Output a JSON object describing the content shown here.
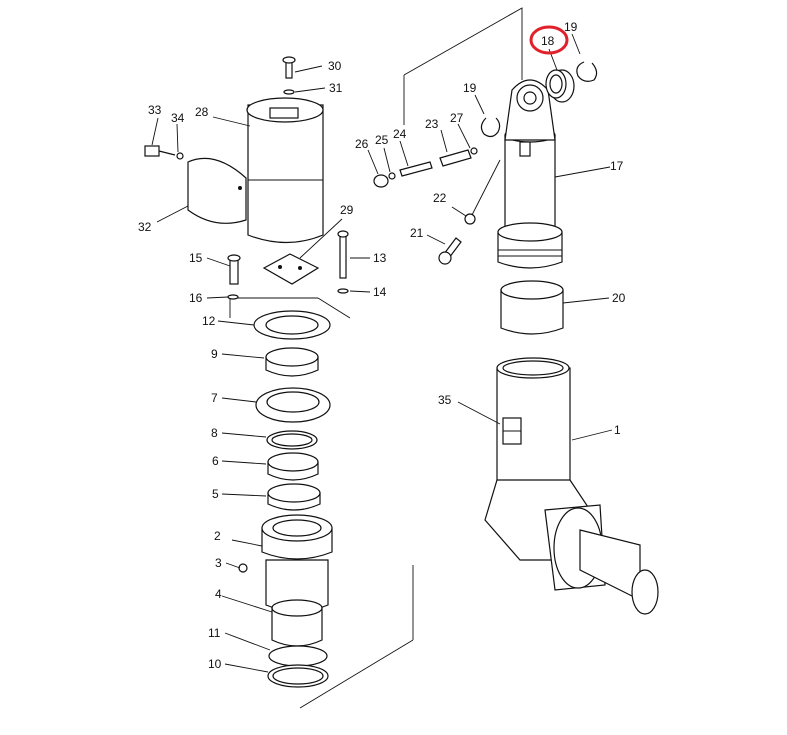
{
  "diagram": {
    "highlight_color": "#e0202a",
    "highlighted_callout": "18",
    "callouts": {
      "c1": "1",
      "c2": "2",
      "c3": "3",
      "c4": "4",
      "c5": "5",
      "c6": "6",
      "c7": "7",
      "c8": "8",
      "c9": "9",
      "c10": "10",
      "c11": "11",
      "c12": "12",
      "c13": "13",
      "c14": "14",
      "c15": "15",
      "c16": "16",
      "c17": "17",
      "c18": "18",
      "c19a": "19",
      "c19b": "19",
      "c20": "20",
      "c21": "21",
      "c22": "22",
      "c23": "23",
      "c24": "24",
      "c25": "25",
      "c26": "26",
      "c27": "27",
      "c28": "28",
      "c29": "29",
      "c30": "30",
      "c31": "31",
      "c32": "32",
      "c33": "33",
      "c34": "34",
      "c35": "35"
    }
  }
}
